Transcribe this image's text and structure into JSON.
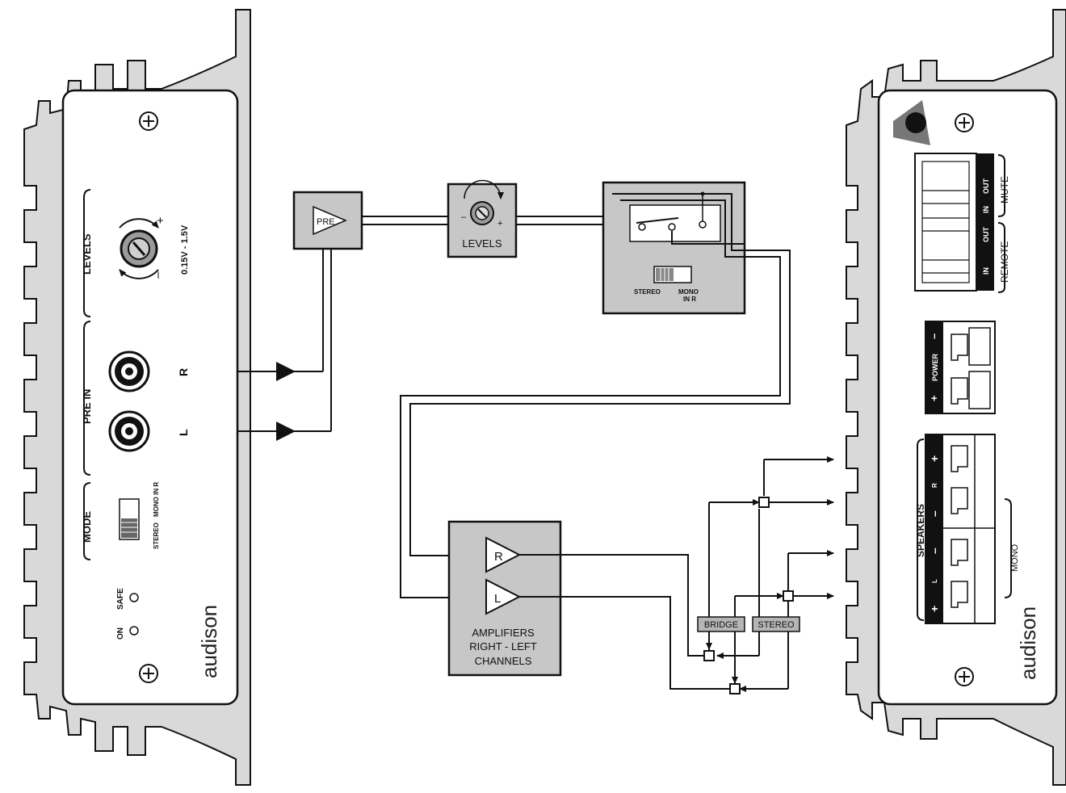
{
  "colors": {
    "panel_fill": "#ffffff",
    "heatsink_fill": "#d9d9d9",
    "block_fill": "#c7c7c7",
    "line": "#111111",
    "knob_fill": "#9a9a9a"
  },
  "left_panel": {
    "levels_label": "LEVELS",
    "levels_range": "0.15V - 1.5V",
    "plus": "+",
    "minus": "–",
    "pre_in_label": "PRE IN",
    "ch_r": "R",
    "ch_l": "L",
    "mode_label": "MODE",
    "mode_stereo": "STEREO",
    "mode_mono": "MONO IN R",
    "led_safe": "SAFE",
    "led_on": "ON",
    "brand": "audison"
  },
  "blocks": {
    "pre": "PRE",
    "levels": "LEVELS",
    "minus": "–",
    "plus": "+",
    "mode_stereo": "STEREO",
    "mode_mono": "MONO",
    "mode_mono_sub": "IN R",
    "amp_r": "R",
    "amp_l": "L",
    "amp_line1": "AMPLIFIERS",
    "amp_line2": "RIGHT - LEFT",
    "amp_line3": "CHANNELS",
    "bridge": "BRIDGE",
    "stereo": "STEREO"
  },
  "right_panel": {
    "mute": "MUTE",
    "remote": "REMOTE",
    "in": "IN",
    "out": "OUT",
    "power": "POWER",
    "plus": "+",
    "minus": "–",
    "speakers": "SPEAKERS",
    "spk_r": "R",
    "spk_l": "L",
    "mono": "MONO",
    "brand": "audison"
  }
}
